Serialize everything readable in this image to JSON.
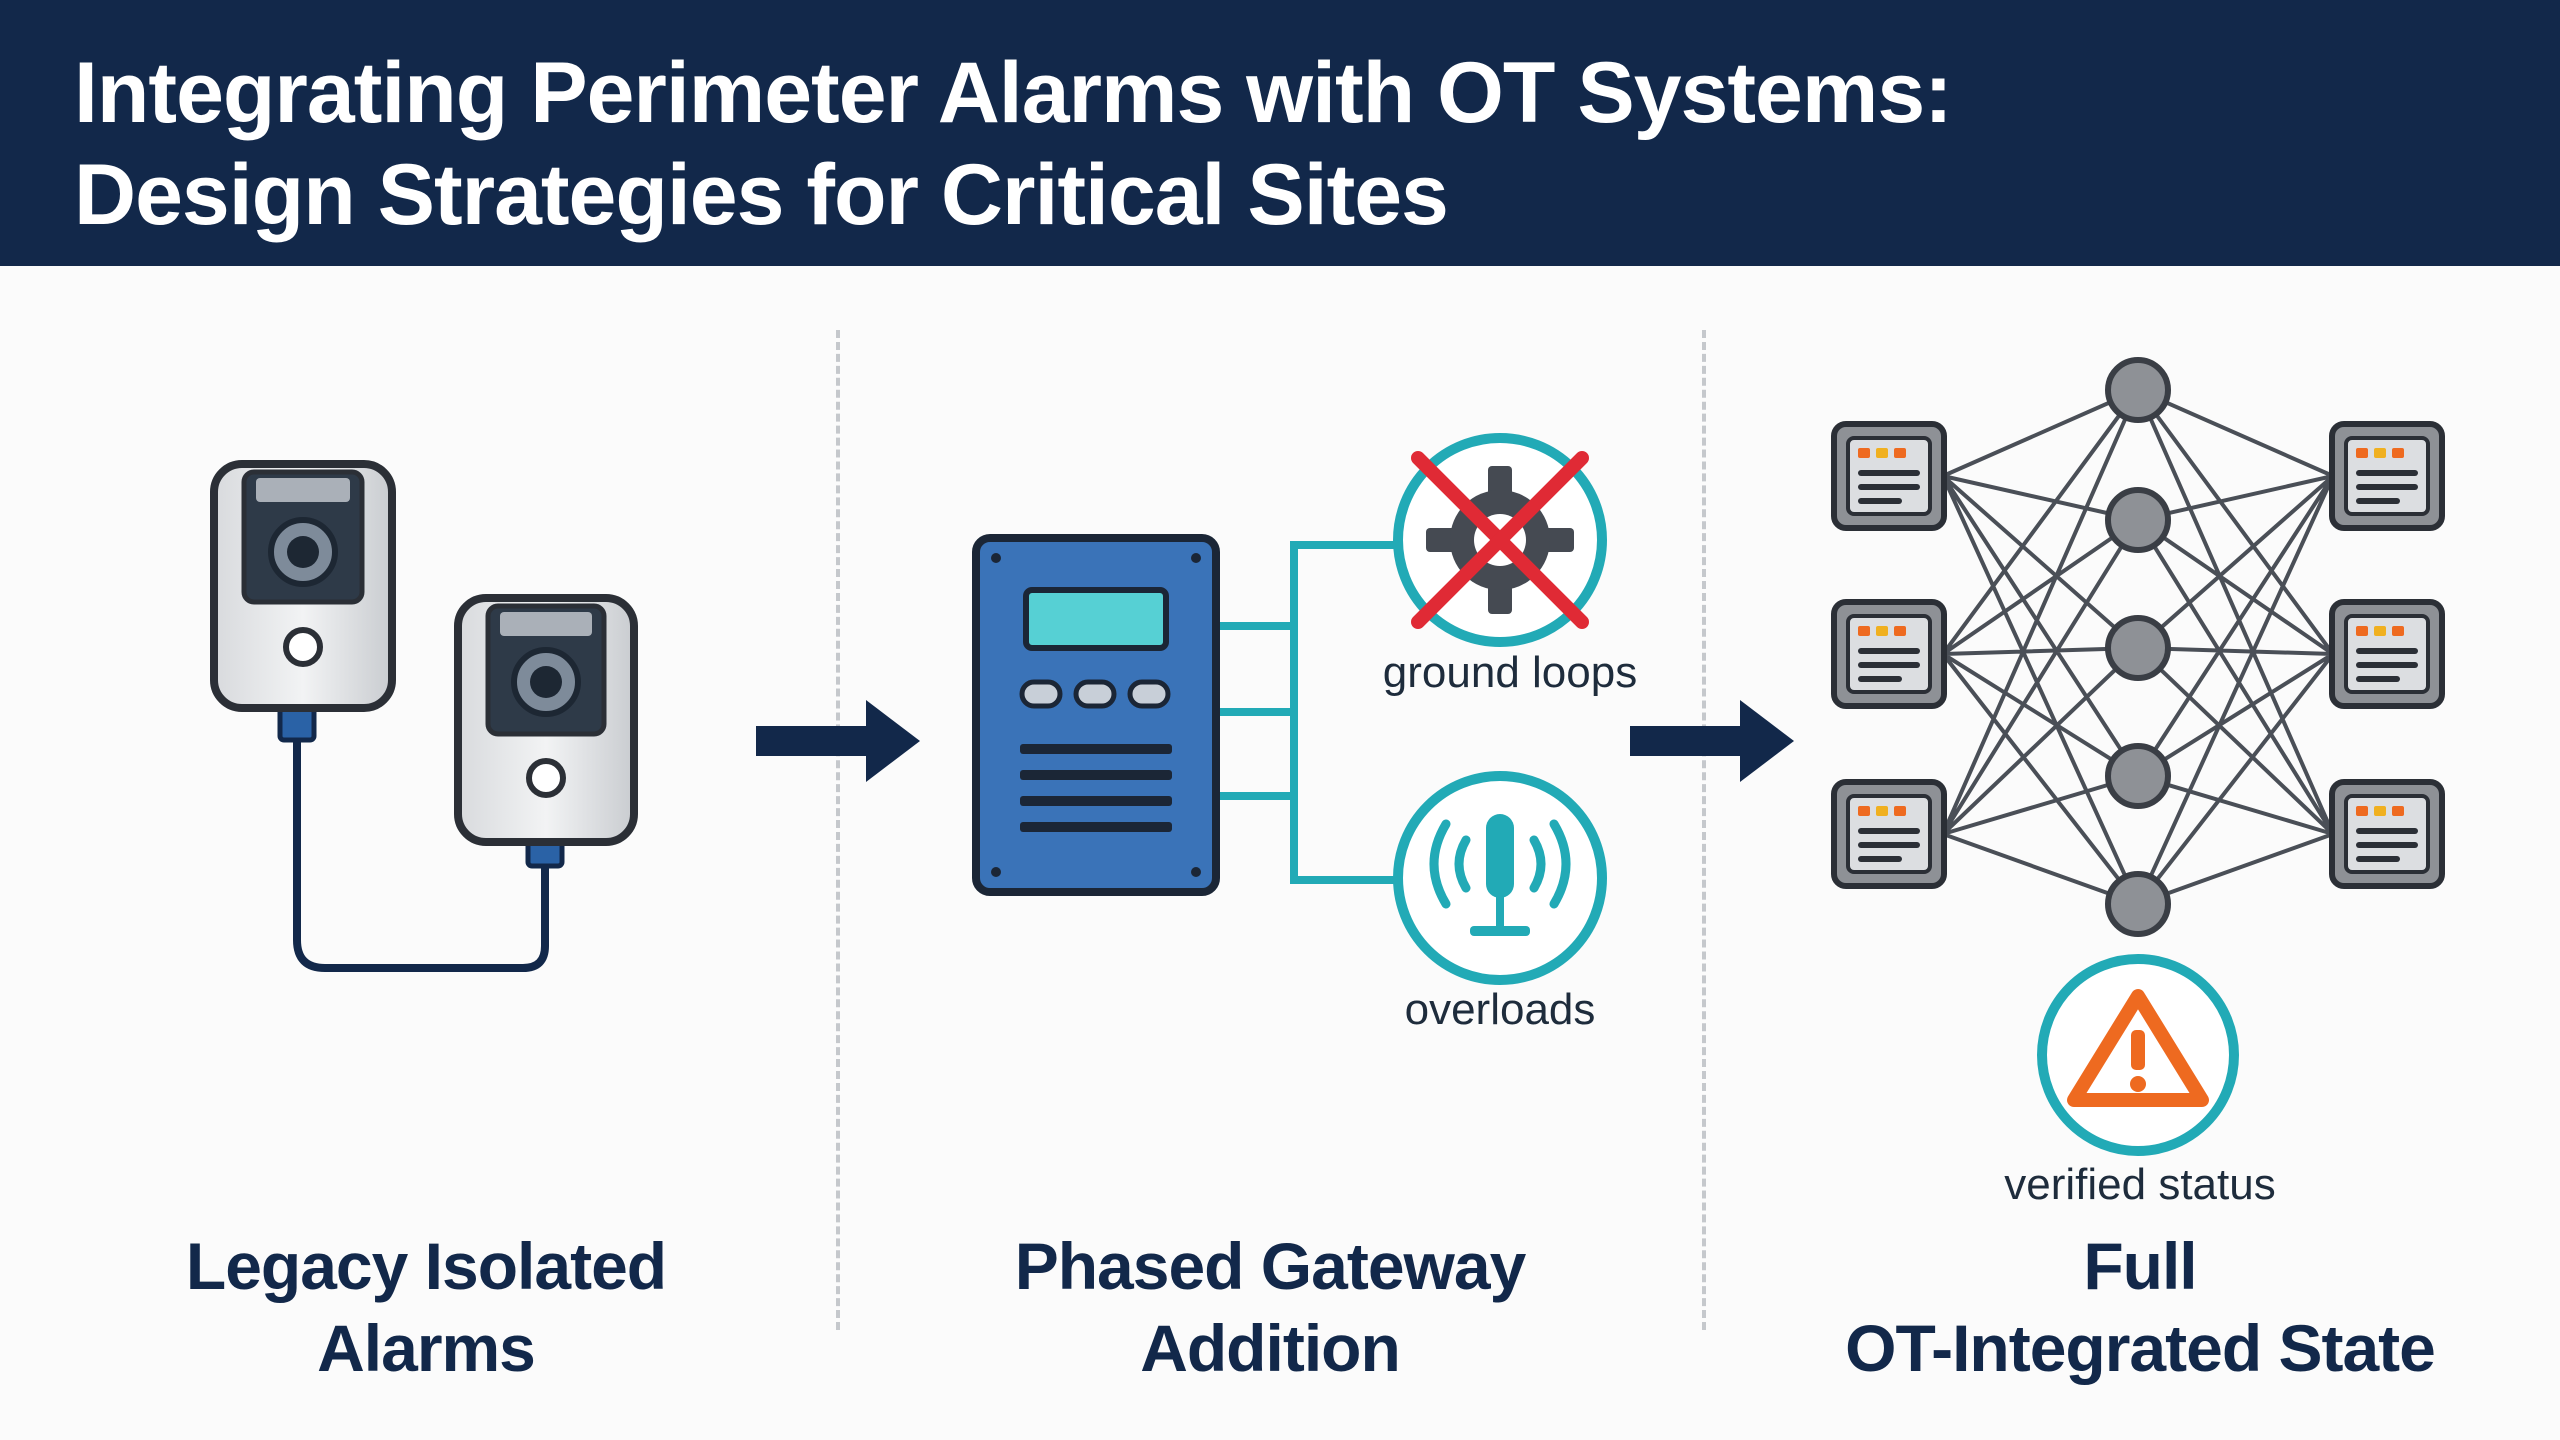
{
  "title": {
    "line1": "Integrating Perimeter Alarms with OT Systems:",
    "line2": "Design Strategies for Critical Sites"
  },
  "stages": [
    {
      "line1": "Legacy Isolated",
      "line2": "Alarms"
    },
    {
      "line1": "Phased Gateway",
      "line2": "Addition"
    },
    {
      "line1": "Full",
      "line2": "OT-Integrated State"
    }
  ],
  "callouts": {
    "ground_loops": "ground loops",
    "overloads": "overloads",
    "verified_status": "verified status"
  },
  "colors": {
    "navy": "#12284a",
    "teal": "#22aab6",
    "gateway_blue": "#3a73b8",
    "alert_red": "#e02a35",
    "warning_orange": "#ee6a20",
    "node_gray": "#8e9196"
  },
  "icons": [
    "alarm-sensor-icon",
    "arrow-right-icon",
    "gateway-device-icon",
    "gear-icon",
    "red-x-icon",
    "microphone-signal-icon",
    "server-icon",
    "network-node-icon",
    "warning-triangle-icon"
  ]
}
